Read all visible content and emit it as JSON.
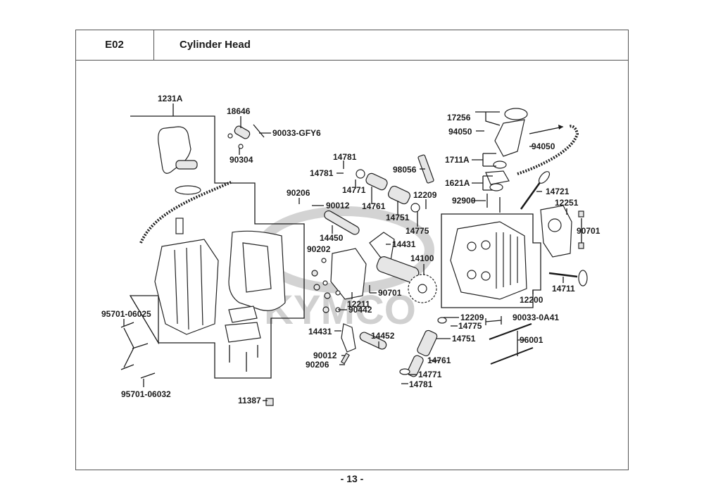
{
  "header": {
    "section_code": "E02",
    "title": "Cylinder Head"
  },
  "page_number": "- 13 -",
  "watermark": "KYMCO",
  "callouts": [
    {
      "id": "1231A",
      "label": "1231A"
    },
    {
      "id": "18646",
      "label": "18646"
    },
    {
      "id": "90033-GFY6",
      "label": "90033-GFY6"
    },
    {
      "id": "90304",
      "label": "90304"
    },
    {
      "id": "14781a",
      "label": "14781"
    },
    {
      "id": "14781b",
      "label": "14781"
    },
    {
      "id": "98056",
      "label": "98056"
    },
    {
      "id": "14771a",
      "label": "14771"
    },
    {
      "id": "90206a",
      "label": "90206"
    },
    {
      "id": "90012a",
      "label": "90012"
    },
    {
      "id": "14761a",
      "label": "14761"
    },
    {
      "id": "14751a",
      "label": "14751"
    },
    {
      "id": "12209a",
      "label": "12209"
    },
    {
      "id": "14775a",
      "label": "14775"
    },
    {
      "id": "14450",
      "label": "14450"
    },
    {
      "id": "14431a",
      "label": "14431"
    },
    {
      "id": "14100",
      "label": "14100"
    },
    {
      "id": "90202",
      "label": "90202"
    },
    {
      "id": "90701a",
      "label": "90701"
    },
    {
      "id": "12211",
      "label": "12211"
    },
    {
      "id": "90442",
      "label": "90442"
    },
    {
      "id": "17256",
      "label": "17256"
    },
    {
      "id": "94050a",
      "label": "94050"
    },
    {
      "id": "94050b",
      "label": "94050"
    },
    {
      "id": "1711A",
      "label": "1711A"
    },
    {
      "id": "1621A",
      "label": "1621A"
    },
    {
      "id": "92900",
      "label": "92900"
    },
    {
      "id": "14721",
      "label": "14721"
    },
    {
      "id": "12251",
      "label": "12251"
    },
    {
      "id": "90701b",
      "label": "90701"
    },
    {
      "id": "14711",
      "label": "14711"
    },
    {
      "id": "12200",
      "label": "12200"
    },
    {
      "id": "12209b",
      "label": "12209"
    },
    {
      "id": "14775b",
      "label": "14775"
    },
    {
      "id": "90033-0A41",
      "label": "90033-0A41"
    },
    {
      "id": "14751b",
      "label": "14751"
    },
    {
      "id": "96001",
      "label": "96001"
    },
    {
      "id": "14761b",
      "label": "14761"
    },
    {
      "id": "14771b",
      "label": "14771"
    },
    {
      "id": "14781c",
      "label": "14781"
    },
    {
      "id": "14431b",
      "label": "14431"
    },
    {
      "id": "14452",
      "label": "14452"
    },
    {
      "id": "90012b",
      "label": "90012"
    },
    {
      "id": "90206b",
      "label": "90206"
    },
    {
      "id": "95701-06025",
      "label": "95701-06025"
    },
    {
      "id": "95701-06032",
      "label": "95701-06032"
    },
    {
      "id": "11387",
      "label": "11387"
    }
  ]
}
